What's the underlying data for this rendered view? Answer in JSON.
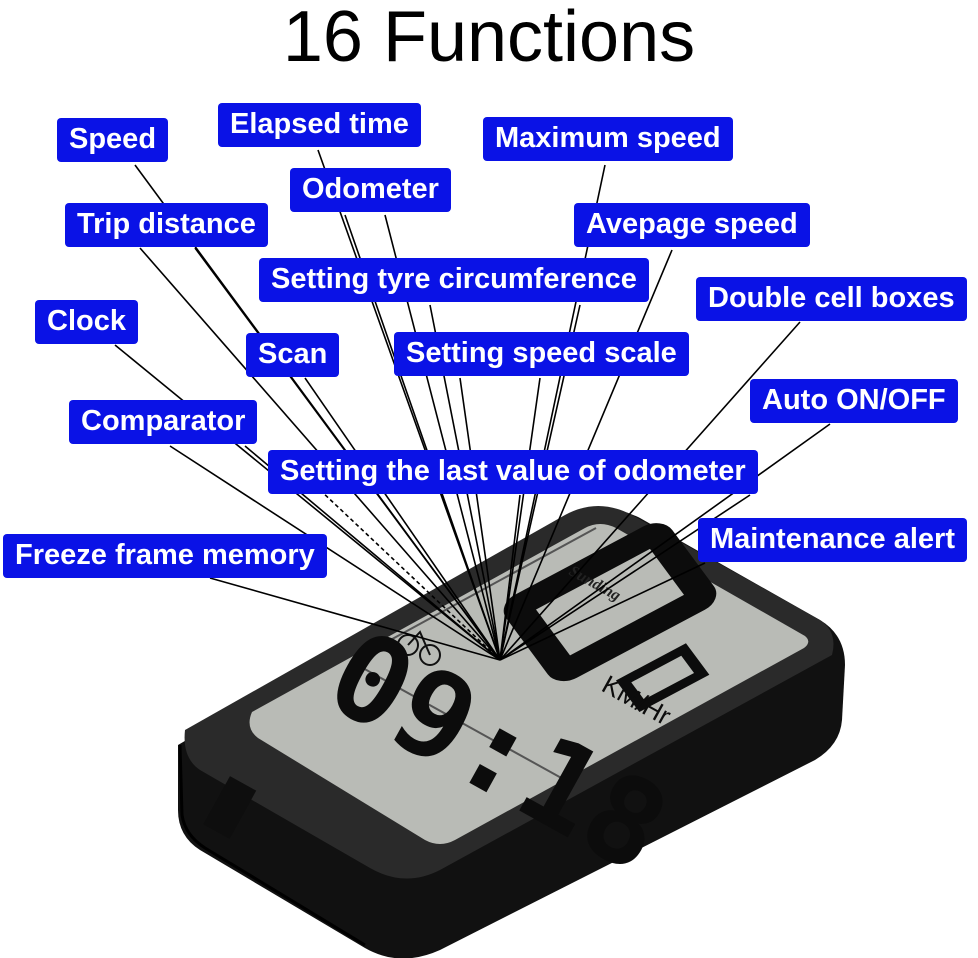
{
  "title": "16 Functions",
  "labels": {
    "speed": "Speed",
    "elapsed_time": "Elapsed time",
    "maximum_speed": "Maximum speed",
    "odometer": "Odometer",
    "trip_distance": "Trip distance",
    "average_speed": "Avepage speed",
    "setting_tyre_circumference": "Setting tyre circumference",
    "double_cell_boxes": "Double cell boxes",
    "clock": "Clock",
    "scan": "Scan",
    "setting_speed_scale": "Setting speed scale",
    "auto_on_off": "Auto ON/OFF",
    "comparator": "Comparator",
    "setting_last_value_odometer": "Setting the last value of odometer",
    "maintenance_alert": "Maintenance alert",
    "freeze_frame_memory": "Freeze frame memory"
  },
  "device": {
    "brand": "Sunding",
    "speed_value": "0",
    "speed_unit": "KM/Hr",
    "clock_value": "09:18"
  },
  "colors": {
    "label_bg": "#0a12e6",
    "label_text": "#ffffff",
    "device_body": "#1b1b1b",
    "lcd": "#b9bbb6"
  }
}
